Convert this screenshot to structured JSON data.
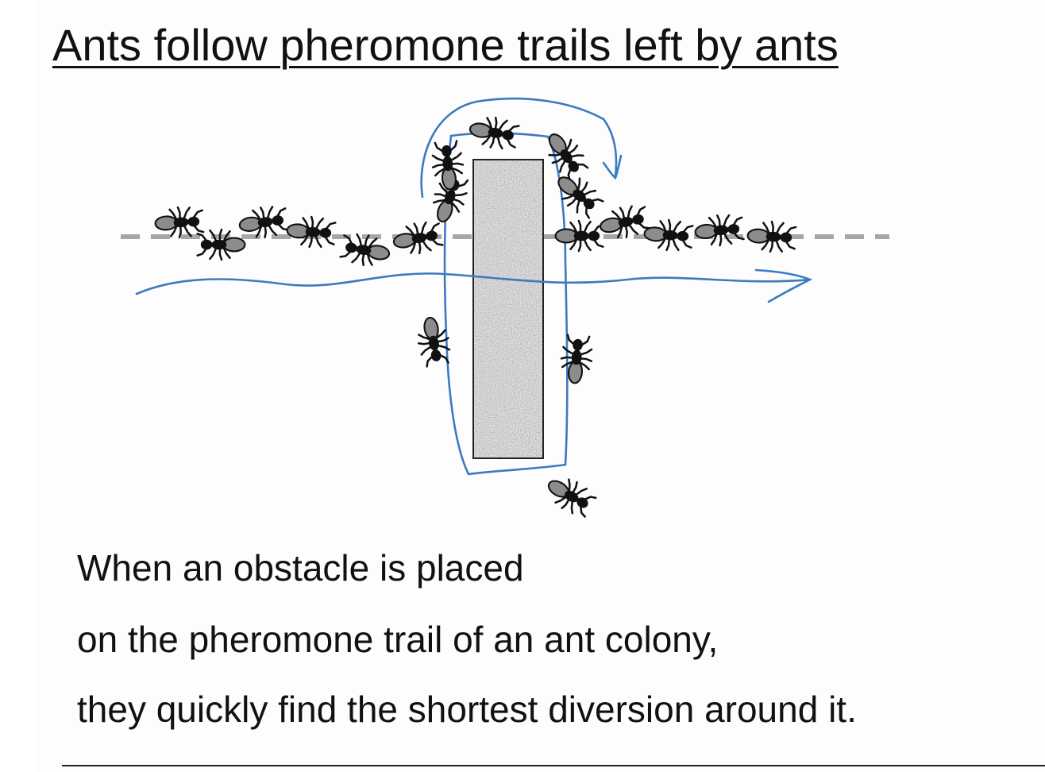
{
  "slide": {
    "title": "Ants follow pheromone trails left by ants",
    "caption": [
      "When an obstacle is placed",
      "on the pheromone trail of an ant colony,",
      "they quickly find the shortest diversion around it."
    ]
  },
  "diagram": {
    "colors": {
      "trail_dash": "#a6a6a6",
      "annotation_ink": "#3a7bc0",
      "ant_body": "#111111",
      "ant_abdomen": "#8c8c8c",
      "obstacle_fill": "#bdbdbd",
      "obstacle_border": "#222222"
    },
    "elements": {
      "trail": "dashed pheromone trail",
      "obstacle": "obstacle",
      "ant": "ant-icon",
      "flow_arrow": "hand-drawn flow arrow",
      "detour_loop": "hand-drawn detour loop"
    }
  }
}
